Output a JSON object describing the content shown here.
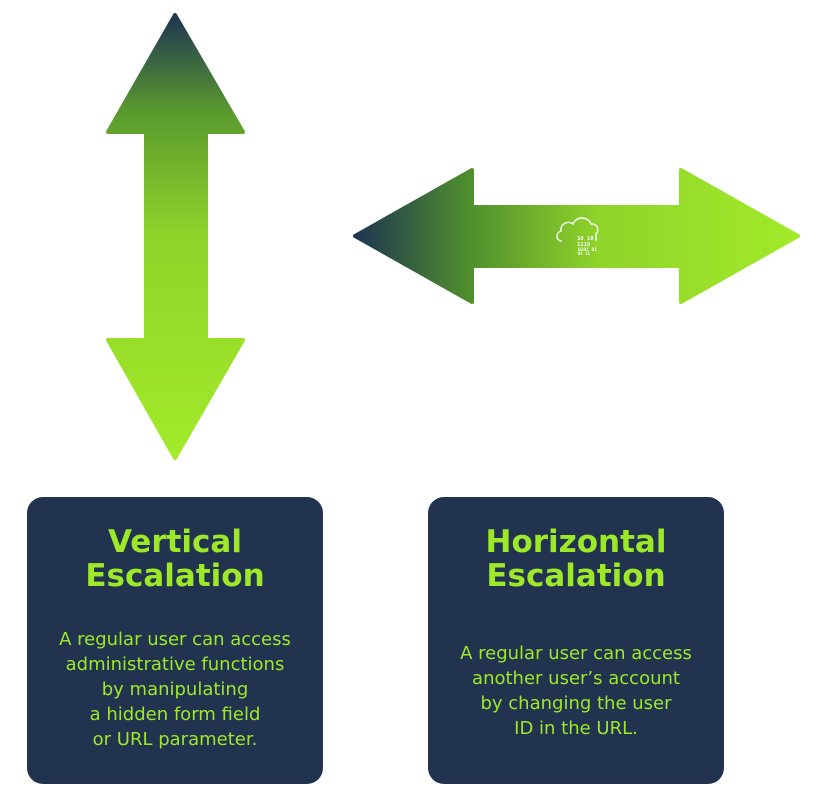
{
  "vertical": {
    "title_line1": "Vertical",
    "title_line2": "Escalation",
    "description_lines": [
      "A regular user can access",
      "administrative functions",
      "by manipulating",
      "a hidden form field",
      "or URL parameter."
    ]
  },
  "horizontal": {
    "title_line1": "Horizontal",
    "title_line2": "Escalation",
    "description_lines": [
      "A regular user can access",
      "another user’s account",
      "by changing the user",
      "ID in the URL."
    ]
  },
  "colors": {
    "accent": "#9de829",
    "navy": "#223350",
    "arrow_dark": "#1f3552",
    "arrow_mid": "#4a8a30"
  },
  "icons": [
    "cloud-binary-icon"
  ]
}
